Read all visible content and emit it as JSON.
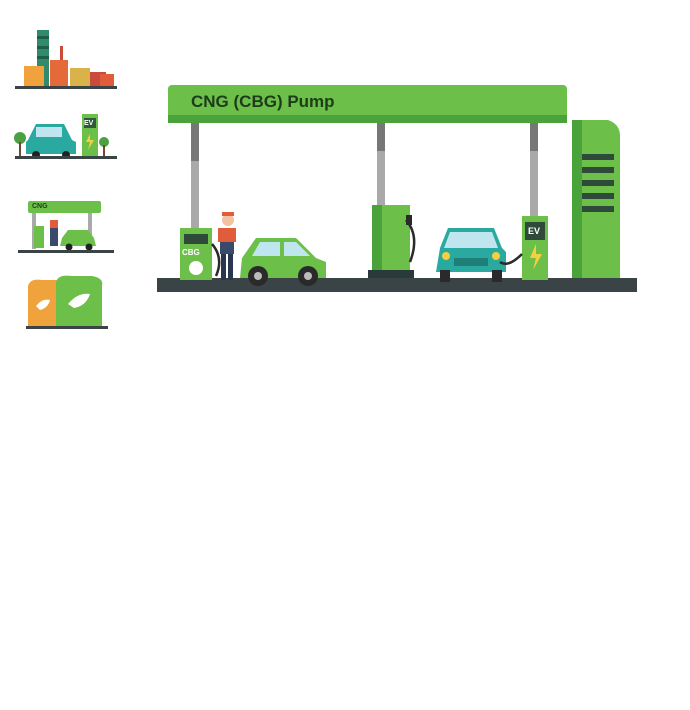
{
  "canopy": {
    "title": "CNG (CBG) Pump"
  },
  "pumps": {
    "cbg_label": "CBG",
    "ev_label": "EV"
  },
  "thumbnails": [
    {
      "name": "biogas-plant-thumb"
    },
    {
      "name": "ev-charging-thumb",
      "label": "EV"
    },
    {
      "name": "cng-station-thumb",
      "label": "CNG"
    },
    {
      "name": "fertilizer-bags-thumb"
    }
  ],
  "colors": {
    "green_primary": "#6cc04a",
    "green_dark": "#3d8b2f",
    "teal_car": "#2aa9a0",
    "ground": "#3a4446",
    "pole": "#a9a9a9"
  },
  "icons": [
    "leaf-icon",
    "lightning-icon",
    "fuel-nozzle-icon"
  ]
}
